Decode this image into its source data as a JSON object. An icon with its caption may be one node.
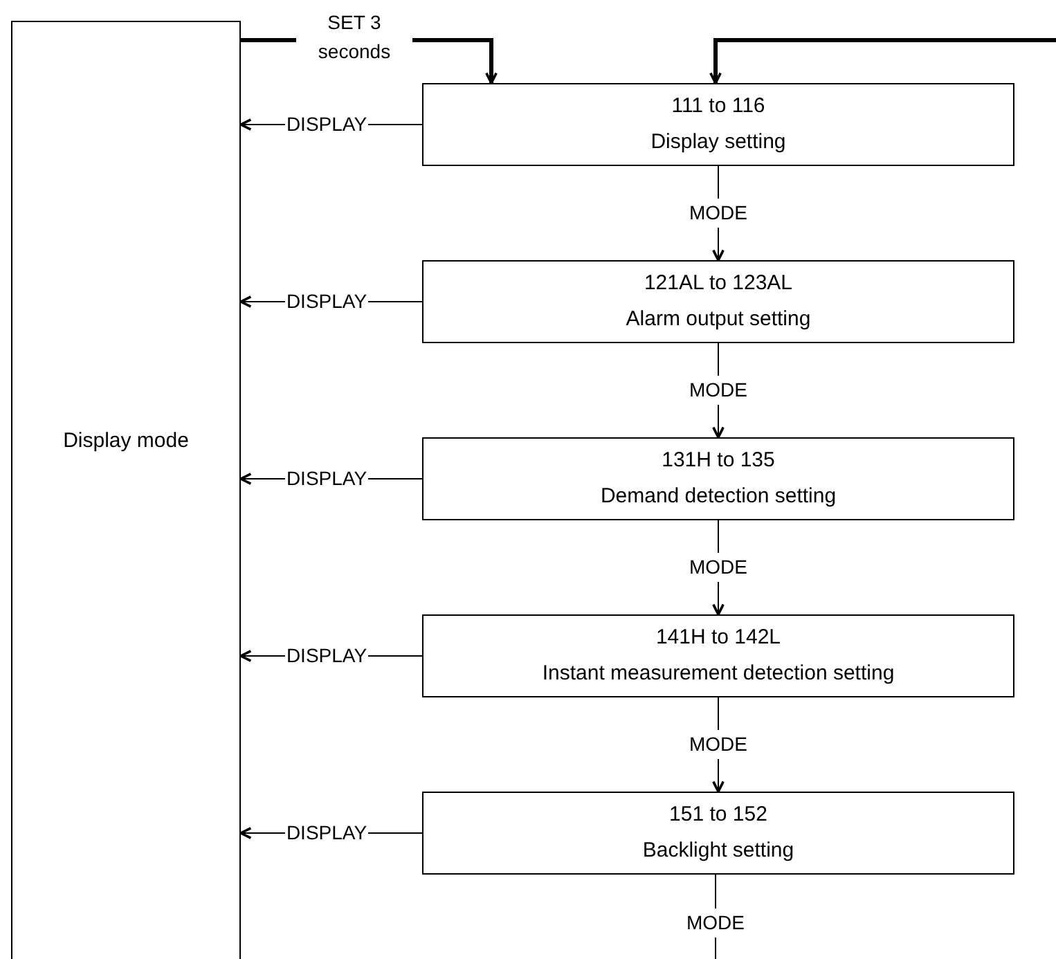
{
  "diagram": {
    "nodes": [
      {
        "text": [
          "Display mode"
        ]
      },
      {
        "text": [
          "111 to 116",
          "Display setting"
        ]
      },
      {
        "text": [
          "121AL to 123AL",
          "Alarm output setting"
        ]
      },
      {
        "text": [
          "131H to 135",
          "Demand detection setting"
        ]
      },
      {
        "text": [
          "141H to 142L",
          "Instant measurement detection setting"
        ]
      },
      {
        "text": [
          "151 to 152",
          "Backlight setting"
        ]
      }
    ],
    "edges": [
      {
        "from": 0,
        "to": 1,
        "arrow": "to",
        "label": "SET 3 seconds",
        "style": "thick"
      },
      {
        "from": null,
        "to": 1,
        "arrow": "to",
        "style": "thick"
      },
      {
        "from": 1,
        "to": 2,
        "arrow": "to",
        "label": "MODE"
      },
      {
        "from": 2,
        "to": 3,
        "arrow": "to",
        "label": "MODE"
      },
      {
        "from": 3,
        "to": 4,
        "arrow": "to",
        "label": "MODE"
      },
      {
        "from": 4,
        "to": 5,
        "arrow": "to",
        "label": "MODE"
      },
      {
        "from": 5,
        "to": null,
        "arrow": "none",
        "label": "MODE"
      },
      {
        "from": 1,
        "to": 0,
        "arrow": "to",
        "label": "DISPLAY"
      },
      {
        "from": 2,
        "to": 0,
        "arrow": "to",
        "label": "DISPLAY"
      },
      {
        "from": 3,
        "to": 0,
        "arrow": "to",
        "label": "DISPLAY"
      },
      {
        "from": 4,
        "to": 0,
        "arrow": "to",
        "label": "DISPLAY"
      },
      {
        "from": 5,
        "to": 0,
        "arrow": "to",
        "label": "DISPLAY"
      }
    ]
  }
}
